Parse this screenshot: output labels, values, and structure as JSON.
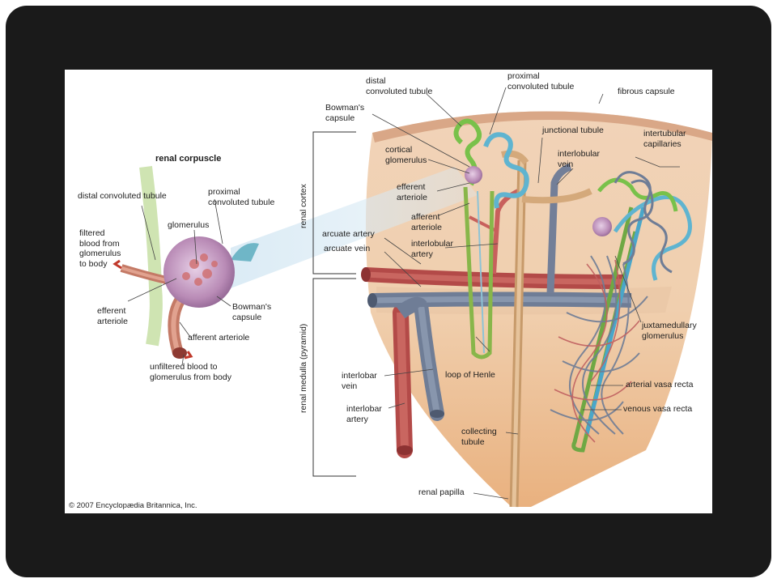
{
  "slide": {
    "background": "#1a1a1a"
  },
  "corpuscle": {
    "title": "renal corpuscle",
    "labels": {
      "distal": "distal convoluted tubule",
      "proximal": "proximal\nconvoluted tubule",
      "glomerulus": "glomerulus",
      "filtered": "filtered\nblood from\nglomerulus\nto body",
      "efferent": "efferent\narteriole",
      "bowman": "Bowman's\ncapsule",
      "afferent": "afferent arteriole",
      "unfiltered": "unfiltered blood to\nglomerulus from body"
    }
  },
  "regions": {
    "cortex": "renal cortex",
    "medulla": "renal medulla (pyramid)"
  },
  "kidney": {
    "labels": {
      "distal": "distal\nconvoluted tubule",
      "proximal": "proximal\nconvoluted tubule",
      "bowman": "Bowman's\ncapsule",
      "fibrous": "fibrous capsule",
      "junctional": "junctional tubule",
      "cortical_glom": "cortical\nglomerulus",
      "interlobular_vein": "interlobular\nvein",
      "intertubular": "intertubular\ncapillaries",
      "efferent": "efferent\narteriole",
      "afferent": "afferent\narteriole",
      "arcuate_artery": "arcuate artery",
      "arcuate_vein": "arcuate vein",
      "interlobular_artery": "interlobular\nartery",
      "juxta": "juxtamedullary\nglomerulus",
      "loop": "loop of Henle",
      "interlobar_vein": "interlobar\nvein",
      "interlobar_artery": "interlobar\nartery",
      "arterial_vr": "arterial vasa recta",
      "venous_vr": "venous vasa recta",
      "collecting": "collecting\ntubule",
      "papilla": "renal papilla"
    }
  },
  "credit": "© 2007 Encyclopædia Britannica, Inc."
}
